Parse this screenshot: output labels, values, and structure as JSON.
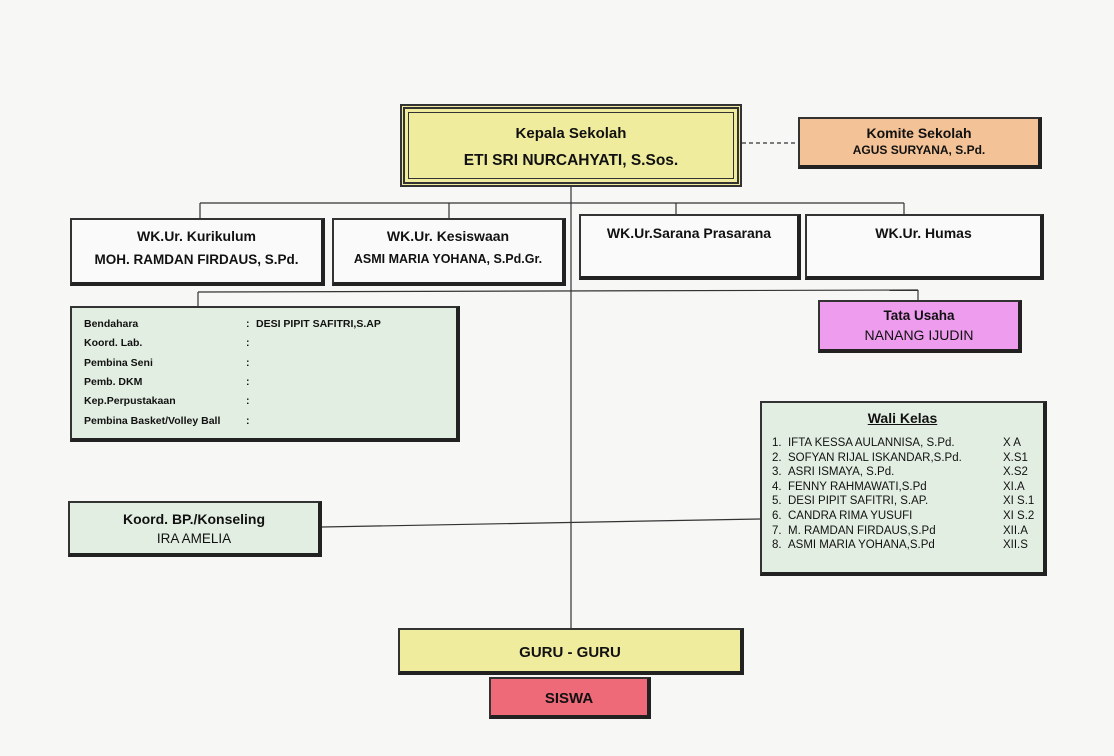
{
  "kepala": {
    "title": "Kepala Sekolah",
    "name": "ETI SRI NURCAHYATI, S.Sos."
  },
  "komite": {
    "title": "Komite Sekolah",
    "name": "AGUS SURYANA, S.Pd."
  },
  "wakil": [
    {
      "title": "WK.Ur. Kurikulum",
      "name": "MOH. RAMDAN FIRDAUS, S.Pd."
    },
    {
      "title": "WK.Ur. Kesiswaan",
      "name": "ASMI MARIA YOHANA, S.Pd.Gr."
    },
    {
      "title": "WK.Ur.Sarana Prasarana",
      "name": ""
    },
    {
      "title": "WK.Ur. Humas",
      "name": ""
    }
  ],
  "pembina": [
    {
      "role": "Bendahara",
      "colon": ":",
      "value": "DESI PIPIT SAFITRI,S.AP"
    },
    {
      "role": "Koord. Lab.",
      "colon": ":",
      "value": ""
    },
    {
      "role": "Pembina Seni",
      "colon": ":",
      "value": ""
    },
    {
      "role": "Pemb. DKM",
      "colon": ":",
      "value": ""
    },
    {
      "role": "Kep.Perpustakaan",
      "colon": ":",
      "value": ""
    },
    {
      "role": "Pembina Basket/Volley Ball",
      "colon": ":",
      "value": ""
    }
  ],
  "tata_usaha": {
    "title": "Tata Usaha",
    "name": "NANANG IJUDIN"
  },
  "wali_kelas": {
    "title": "Wali Kelas",
    "items": [
      {
        "no": "1.",
        "name": "IFTA KESSA AULANNISA, S.Pd.",
        "class": "X A"
      },
      {
        "no": "2.",
        "name": "SOFYAN RIJAL ISKANDAR,S.Pd.",
        "class": "X.S1"
      },
      {
        "no": "3.",
        "name": "ASRI ISMAYA, S.Pd.",
        "class": "X.S2"
      },
      {
        "no": "4.",
        "name": "FENNY RAHMAWATI,S.Pd",
        "class": "XI.A"
      },
      {
        "no": "5.",
        "name": "DESI PIPIT SAFITRI, S.AP.",
        "class": "XI S.1"
      },
      {
        "no": "6.",
        "name": "CANDRA RIMA YUSUFI",
        "class": "XI S.2"
      },
      {
        "no": "7.",
        "name": "M. RAMDAN FIRDAUS,S.Pd",
        "class": "XII.A"
      },
      {
        "no": "8.",
        "name": "ASMI MARIA YOHANA,S.Pd",
        "class": "XII.S"
      }
    ]
  },
  "konseling": {
    "title": "Koord. BP./Konseling",
    "name": "IRA AMELIA"
  },
  "guru": {
    "title": "GURU - GURU"
  },
  "siswa": {
    "title": "SISWA"
  }
}
